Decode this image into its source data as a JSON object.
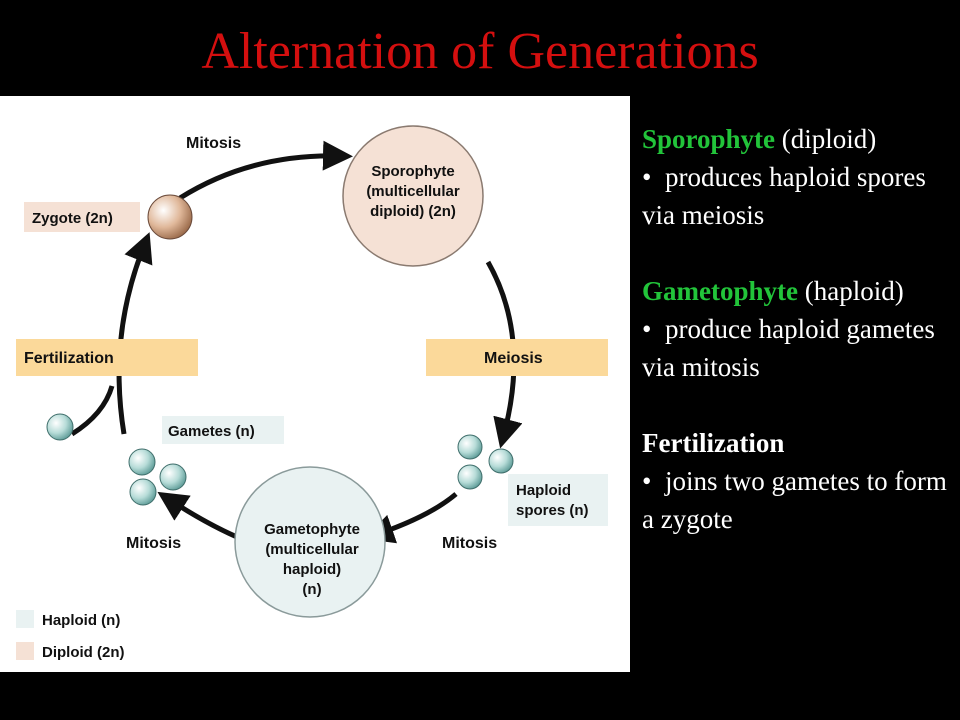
{
  "title": "Alternation of Generations",
  "colors": {
    "title": "#d40f0f",
    "term": "#22c43a",
    "haploid_fill": "#e9f2f2",
    "diploid_fill": "#f5e1d5",
    "label_bar": "#fbd99a",
    "arrow": "#111111"
  },
  "diagram": {
    "sporophyte": [
      "Sporophyte",
      "(multicellular",
      "diploid) (2n)"
    ],
    "gametophyte": [
      "Gametophyte",
      "(multicellular",
      "haploid)",
      "(n)"
    ],
    "zygote_label": "Zygote (2n)",
    "gametes_label": "Gametes (n)",
    "haploid_spores_label": [
      "Haploid",
      "spores (n)"
    ],
    "process_mitosis": "Mitosis",
    "process_meiosis": "Meiosis",
    "process_fertilization": "Fertilization",
    "legend_haploid": "Haploid (n)",
    "legend_diploid": "Diploid (2n)"
  },
  "notes": [
    {
      "term": "Sporophyte",
      "rest": " (diploid)",
      "bullet": "produces haploid spores via meiosis"
    },
    {
      "term": "Gametophyte",
      "rest": " (haploid)",
      "bullet": "produce haploid gametes via mitosis"
    },
    {
      "term": "Fertilization",
      "rest": "",
      "bullet": "joins two gametes to form a zygote"
    }
  ]
}
